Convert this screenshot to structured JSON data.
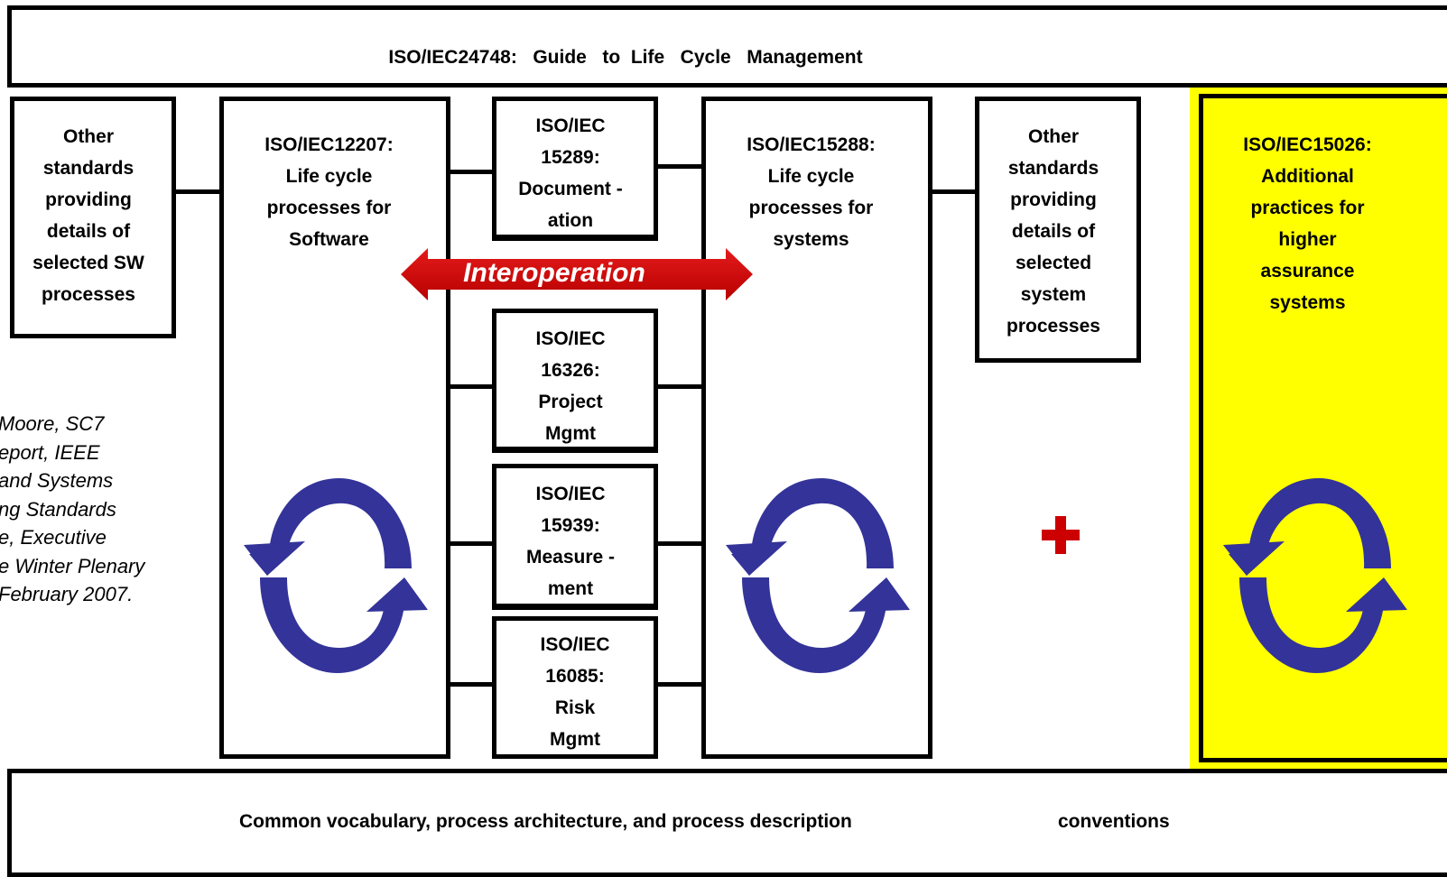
{
  "colors": {
    "cycle_arrow": "#333399",
    "interop_arrow": "#cc0000",
    "highlight_bg": "#ffff00",
    "plus": "#cc0000"
  },
  "top_banner": {
    "title": "ISO/IEC24748:   Guide   to  Life   Cycle   Management"
  },
  "left_box": {
    "text": "Other\nstandards\nproviding\ndetails of\nselected SW\nprocesses"
  },
  "sw_standard": {
    "text": "ISO/IEC12207:\nLife cycle\nprocesses for\nSoftware"
  },
  "doc_standard": {
    "text": "ISO/IEC\n15289:\nDocument   -\nation"
  },
  "proj_standard": {
    "text": "ISO/IEC\n16326:\nProject\nMgmt"
  },
  "meas_standard": {
    "text": "ISO/IEC\n15939:\nMeasure   -\nment"
  },
  "risk_standard": {
    "text": "ISO/IEC\n16085:\nRisk\nMgmt"
  },
  "sys_standard": {
    "text": "ISO/IEC15288:\nLife cycle\nprocesses for\nsystems"
  },
  "right_box": {
    "text": "Other\nstandards\nproviding\ndetails of\nselected\nsystem\nprocesses"
  },
  "assurance_standard": {
    "text": "ISO/IEC15026:\nAdditional\npractices for\nhigher\nassurance\nsystems"
  },
  "interoperation": {
    "label": "Interoperation"
  },
  "plus": {
    "symbol": "+"
  },
  "citation": {
    "text": "Moore, SC7\neport, IEEE\nand Systems\nng Standards\ne, Executive\ne Winter Plenary\nFebruary 2007."
  },
  "bottom_banner": {
    "left_text": "Common vocabulary, process architecture, and process description",
    "right_text": "conventions"
  }
}
